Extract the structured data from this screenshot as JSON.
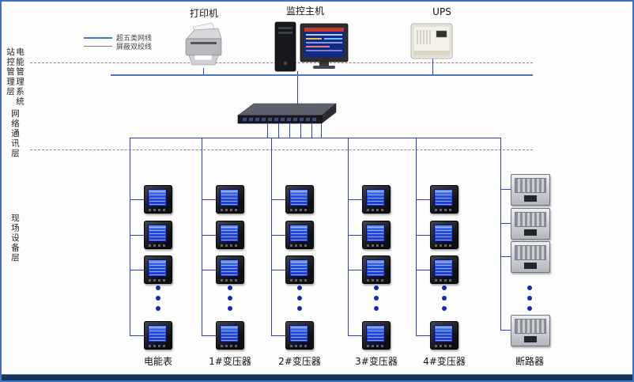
{
  "legend": {
    "items": [
      {
        "label": "超五类网线"
      },
      {
        "label": "屏蔽双绞线"
      }
    ]
  },
  "layers": {
    "management_a": "站控管理层",
    "management_b": "电能管理系统",
    "network": "网络通讯层",
    "field": "现场设备层"
  },
  "top_devices": {
    "printer_label": "打印机",
    "host_label": "监控主机",
    "ups_label": "UPS"
  },
  "columns": [
    {
      "label": "电能表"
    },
    {
      "label": "1#变压器"
    },
    {
      "label": "2#变压器"
    },
    {
      "label": "3#变压器"
    },
    {
      "label": "4#变压器"
    },
    {
      "label": "断路器"
    }
  ]
}
